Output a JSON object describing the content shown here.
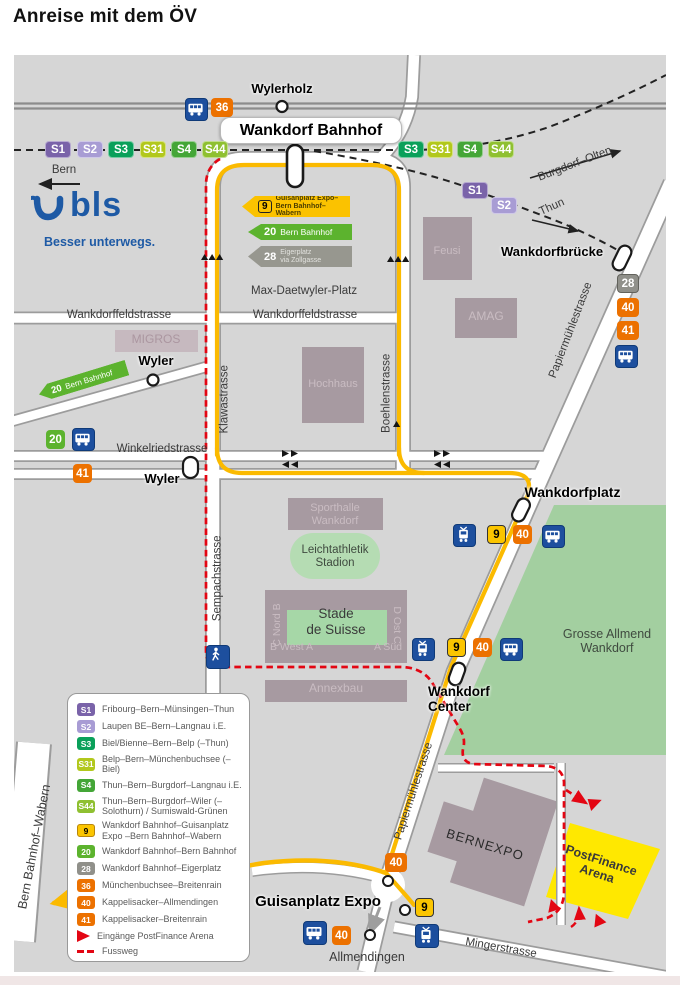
{
  "title": "Anreise mit dem ÖV",
  "brand": {
    "logo": "bls",
    "slogan": "Besser unterwegs."
  },
  "colors": {
    "s1": "#7A63A9",
    "s2": "#A89CD4",
    "s3": "#0AA05A",
    "s31": "#B2C81C",
    "s4": "#44A637",
    "s44": "#8FC031",
    "tram9_line": "#FBBA00",
    "tram9_badge": "#FBC500",
    "line20_green": "#5CB32E",
    "line28_gray": "#90908A",
    "bus_orange": "#EC7100",
    "icon_blue": "#1D4F9E",
    "fussweg_red": "#E30613",
    "building_mauve": "#A79AA1",
    "green_area": "#A3CFA0",
    "arena_yellow": "#FFE800"
  },
  "badges": {
    "s1": "S1",
    "s2": "S2",
    "s3": "S3",
    "s31": "S31",
    "s4": "S4",
    "s44": "S44",
    "t9": "9",
    "t20": "20",
    "t28": "28",
    "b36": "36",
    "b40": "40",
    "b41": "41"
  },
  "signs": {
    "t9": {
      "num": "9",
      "label": "Guisanplatz Expo–\nBern Bahnhof–Wabern"
    },
    "t20": {
      "num": "20",
      "label": "Bern Bahnhof"
    },
    "t28": {
      "num": "28",
      "label": "Eigerplatz\nvia Zollgasse"
    },
    "t20_wyler": {
      "num": "20",
      "label": "Bern Bahnhof"
    }
  },
  "stops": {
    "wylerholz": "Wylerholz",
    "wankdorf_bahnhof": "Wankdorf Bahnhof",
    "wankdorfbruecke": "Wankdorfbrücke",
    "wyler_tram": "Wyler",
    "wyler_bus": "Wyler",
    "wankdorfplatz": "Wankdorfplatz",
    "wankdorf_center": "Wankdorf\nCenter",
    "guisanplatz": "Guisanplatz Expo"
  },
  "destinations": {
    "bern": "Bern",
    "burgdorf_olten": "Burgdorf–Olten",
    "thun": "Thun",
    "wabern": "Bern Bahnhof–Wabern",
    "allmendingen": "Allmendingen"
  },
  "streets": {
    "max_daetwyler": "Max-Daetwyler-Platz",
    "wankdorffeld_w": "Wankdorffeldstrasse",
    "wankdorffeld_e": "Wankdorffeldstrasse",
    "klawastrasse": "Klawastrasse",
    "boehlenstrasse": "Boehlenstrasse",
    "winkelriedstrasse": "Winkelriedstrasse",
    "sempachstrasse": "Sempachstrasse",
    "papiermuehle_n": "Papiermühlestrasse",
    "papiermuehle_s": "Papiermühlestrasse",
    "mingerstrasse": "Mingerstrasse"
  },
  "buildings": {
    "migros": "MIGROS",
    "feusi": "Feusi",
    "amag": "AMAG",
    "hochhaus": "Hochhaus",
    "sporthalle": "Sporthalle\nWankdorf",
    "stade": "Stade\nde Suisse",
    "annexbau": "Annexbau",
    "bernexpo": "BERNEXPO",
    "postfinance": "PostFinance\nArena"
  },
  "areas": {
    "leichtathletik": "Leichtathletik\nStadion",
    "allmend": "Grosse Allmend\nWankdorf"
  },
  "stadium_sectors": {
    "north": "C Nord B",
    "east": "D Ost C",
    "west": "B West A",
    "south": "A Süd"
  },
  "legend": {
    "items": [
      {
        "badge": "S1",
        "label": "Fribourg–Bern–Münsingen–Thun"
      },
      {
        "badge": "S2",
        "label": "Laupen BE–Bern–Langnau i.E."
      },
      {
        "badge": "S3",
        "label": "Biel/Bienne–Bern–Belp (–Thun)"
      },
      {
        "badge": "S31",
        "label": "Belp–Bern–Münchenbuchsee (–Biel)"
      },
      {
        "badge": "S4",
        "label": "Thun–Bern–Burgdorf–Langnau i.E."
      },
      {
        "badge": "S44",
        "label": "Thun–Bern–Burgdorf–Wiler (–Solothurn) / Sumiswald-Grünen"
      },
      {
        "badge": "9",
        "label": "Wankdorf Bahnhof–Guisanplatz Expo –Bern Bahnhof–Wabern"
      },
      {
        "badge": "20",
        "label": "Wankdorf Bahnhof–Bern Bahnhof"
      },
      {
        "badge": "28",
        "label": "Wankdorf Bahnhof–Eigerplatz"
      },
      {
        "badge": "36",
        "label": "Münchenbuchsee–Breitenrain"
      },
      {
        "badge": "40",
        "label": "Kappelisacker–Allmendingen"
      },
      {
        "badge": "41",
        "label": "Kappelisacker–Breitenrain"
      }
    ],
    "entrances": "Eingänge PostFinance Arena",
    "fussweg": "Fussweg"
  }
}
